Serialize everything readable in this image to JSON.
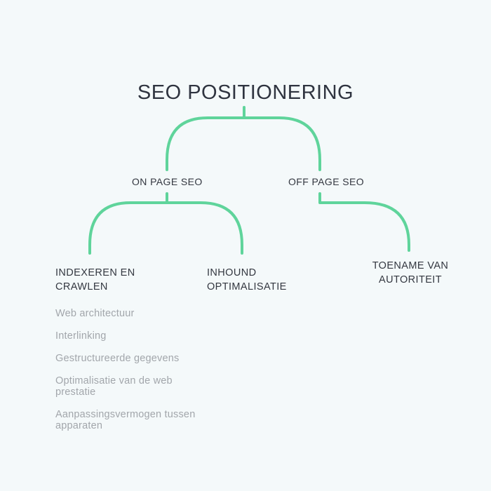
{
  "diagram": {
    "title": "SEO POSITIONERING",
    "accent_color": "#5fd49b",
    "branches": {
      "on_page": {
        "label": "ON PAGE SEO",
        "children": [
          {
            "label": "INDEXEREN EN CRAWLEN",
            "items": [
              "Web architectuur",
              "Interlinking",
              "Gestructureerde gegevens",
              "Optimalisatie van de web prestatie",
              "Aanpassingsvermogen tussen apparaten"
            ]
          },
          {
            "label": "INHOUND OPTIMALISATIE"
          }
        ]
      },
      "off_page": {
        "label": "OFF PAGE SEO",
        "children": [
          {
            "label": "TOENAME VAN AUTORITEIT"
          }
        ]
      }
    }
  }
}
